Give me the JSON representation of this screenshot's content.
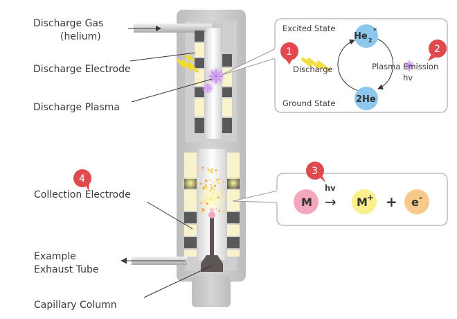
{
  "labels": {
    "discharge_gas_line1": "Discharge Gas",
    "discharge_gas_line2": "(helium)",
    "discharge_electrode": "Discharge Electrode",
    "discharge_plasma": "Discharge Plasma",
    "collection_electrode": "Collection Electrode",
    "exhaust_line1": "Example",
    "exhaust_line2": "Exhaust Tube",
    "capillary_column": "Capillary Column"
  },
  "excitation_box": {
    "excited_state": "Excited State",
    "ground_state": "Ground State",
    "discharge": "Discharge",
    "plasma_emission": "Plasma Emission",
    "hv": "hv",
    "he2_base": "He",
    "he2_sub": "2",
    "he2_sup": "*",
    "two_he": "2He"
  },
  "ionization_box": {
    "hv": "hv",
    "m": "M",
    "arrow": "→",
    "m_plus_base": "M",
    "m_plus_sup": "+",
    "plus": "+",
    "e_base": "e",
    "e_sup": "-"
  },
  "badges": {
    "one": "1",
    "two": "2",
    "three": "3",
    "four": "4"
  },
  "colors": {
    "badge": "#e04a4f",
    "he_bubble": "#8dc8ec",
    "m_bubble": "#f3a6bc",
    "m_plus_bubble": "#fbf08c",
    "e_bubble": "#f7c98a",
    "electrode_cream": "#f8f3cc",
    "electrode_dark": "#555555",
    "body_gray": "#c7c7c7",
    "plasma": "#c895e6"
  }
}
